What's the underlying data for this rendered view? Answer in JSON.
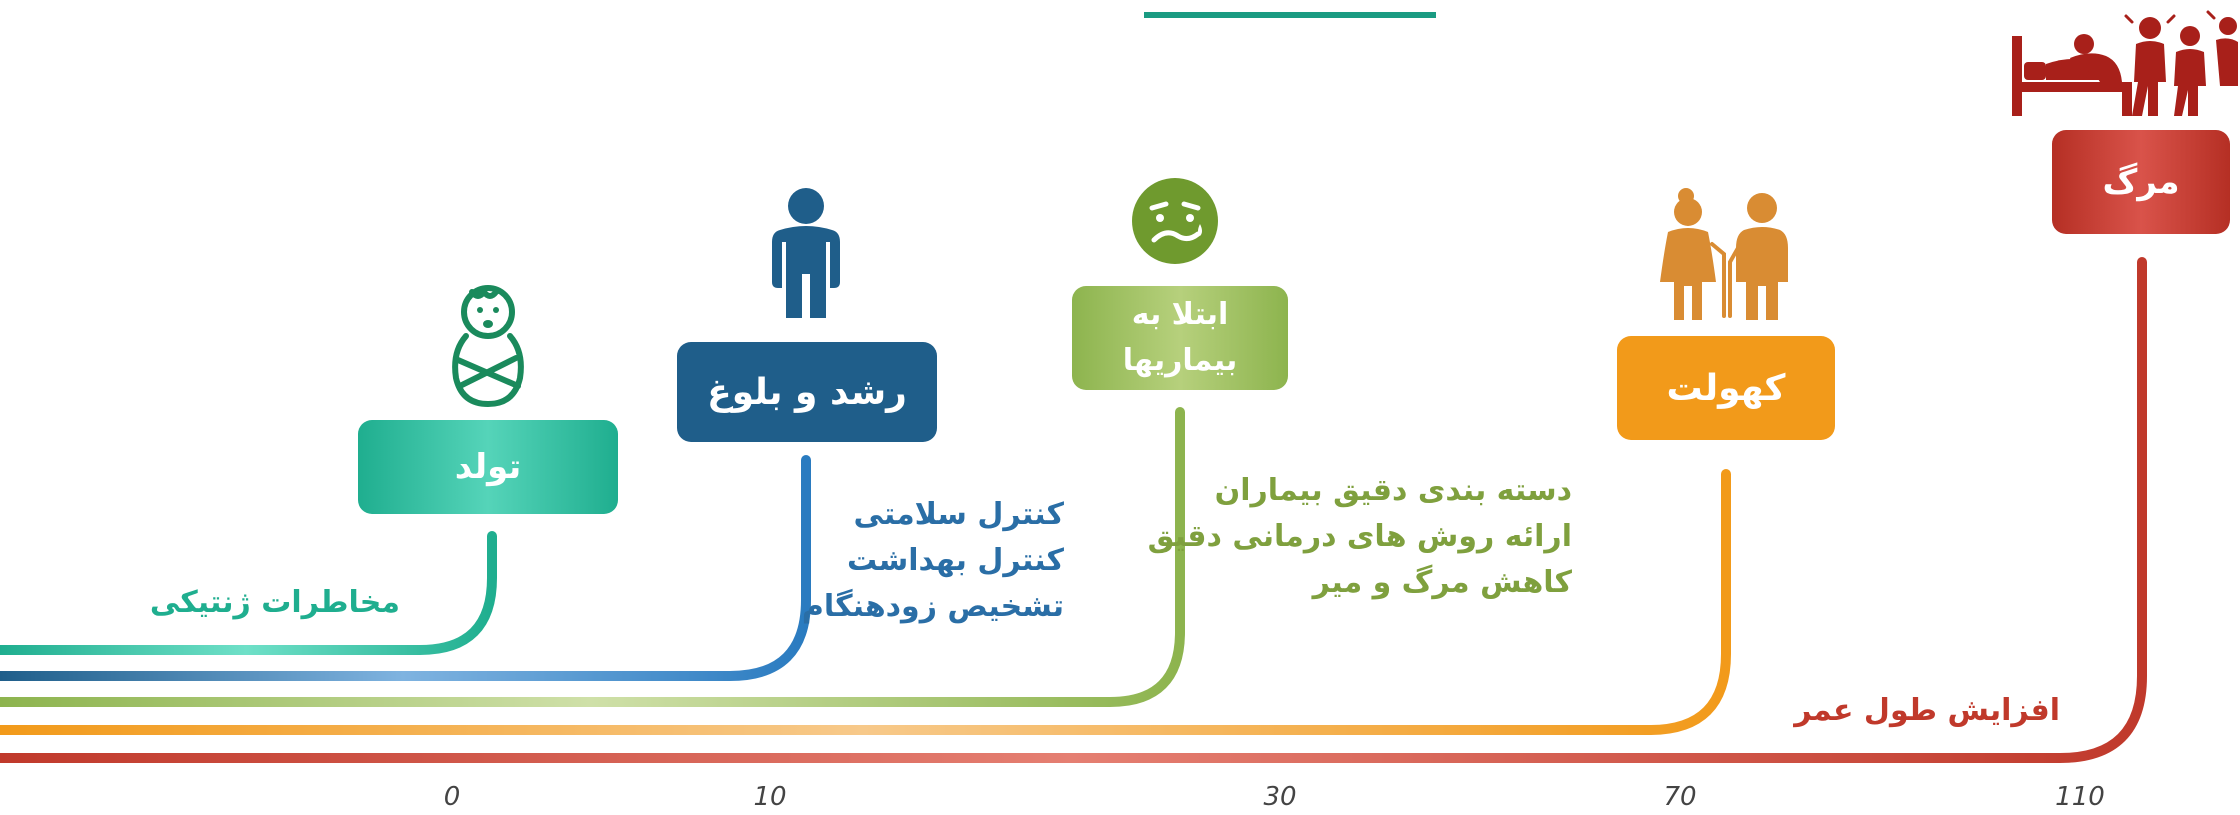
{
  "stages": [
    {
      "id": "birth",
      "label": "تولد",
      "color": "#1fae8f",
      "icon": "baby-icon"
    },
    {
      "id": "growth",
      "label": "رشد و بلوغ",
      "color": "#1f5e8a",
      "icon": "person-icon"
    },
    {
      "id": "disease",
      "label_line1": "ابتلا به",
      "label_line2": "بیماریها",
      "color": "#8db44e",
      "icon": "sick-face-icon"
    },
    {
      "id": "aging",
      "label": "کهولت",
      "color": "#f29a1a",
      "icon": "elderly-couple-icon"
    },
    {
      "id": "death",
      "label": "مرگ",
      "color": "#c0392b",
      "icon": "deathbed-icon"
    }
  ],
  "notes": {
    "birth": [
      "مخاطرات ژنتیکی"
    ],
    "growth": [
      "کنترل سلامتی",
      "کنترل بهداشت",
      "تشخیص زودهنگام"
    ],
    "disease": [
      "دسته بندی دقیق بیماران",
      "ارائه روش های درمانی دقیق",
      "کاهش مرگ و میر"
    ],
    "death": [
      "افزایش طول عمر"
    ]
  },
  "axis_ticks": [
    "0",
    "10",
    "30",
    "70",
    "110"
  ],
  "colors": {
    "teal": "#1fae8f",
    "blue": "#2a6ea6",
    "green": "#8db44e",
    "orange": "#f29a1a",
    "red": "#c0392b"
  }
}
